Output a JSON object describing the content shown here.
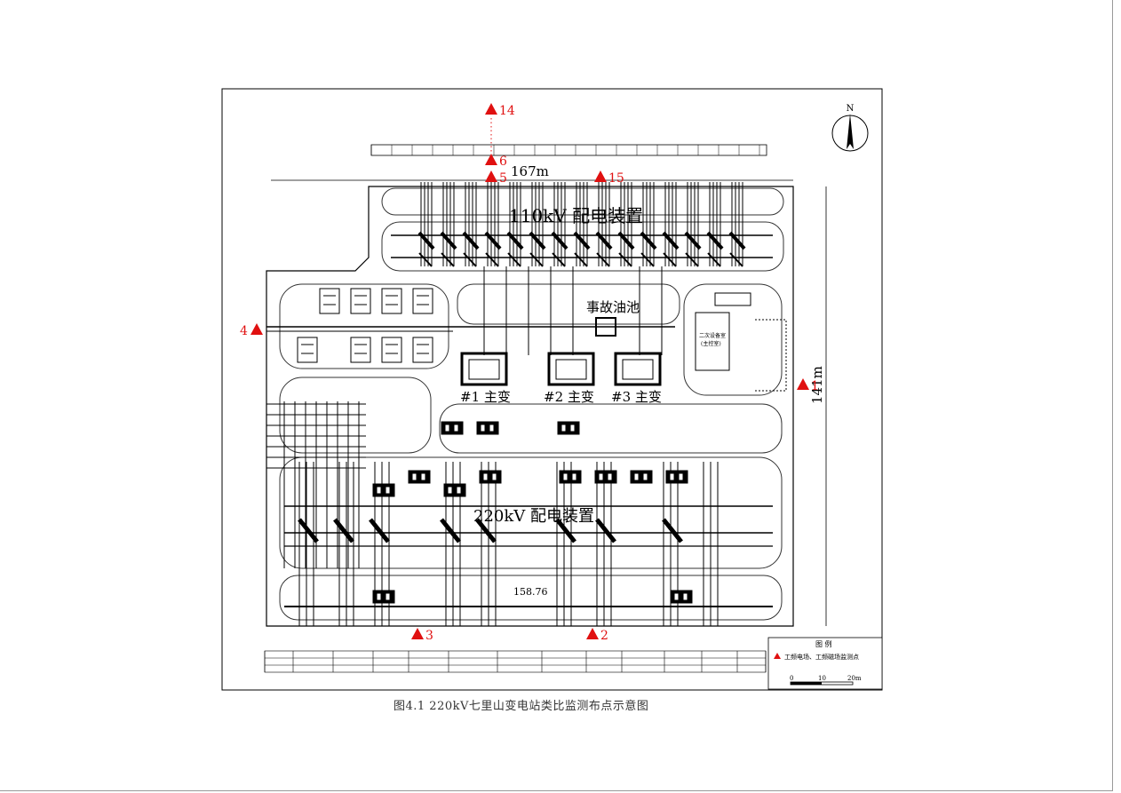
{
  "labels": {
    "zone_110kv": "110kV 配电装置",
    "zone_220kv": "220kV 配电装置",
    "oil_pool": "事故油池",
    "transformer_1": "#1 主变",
    "transformer_2": "#2 主变",
    "transformer_3": "#3 主变",
    "dim_width": "167m",
    "dim_height": "141m",
    "elevation": "158.76",
    "north": "N",
    "control_room": "二次设备室",
    "control_room_sub": "(主控室)"
  },
  "monitoring_points": [
    {
      "id": "14"
    },
    {
      "id": "6"
    },
    {
      "id": "5"
    },
    {
      "id": "15"
    },
    {
      "id": "4"
    },
    {
      "id": "1"
    },
    {
      "id": "3"
    },
    {
      "id": "2"
    }
  ],
  "legend": {
    "title": "图  例",
    "item": "工频电场、工频磁场监测点",
    "scale_ticks": [
      "0",
      "10",
      "20m"
    ]
  },
  "caption": "图4.1   220kV七里山变电站类比监测布点示意图",
  "colors": {
    "marker": "#e01010",
    "line": "#111111",
    "frame": "#000000"
  }
}
